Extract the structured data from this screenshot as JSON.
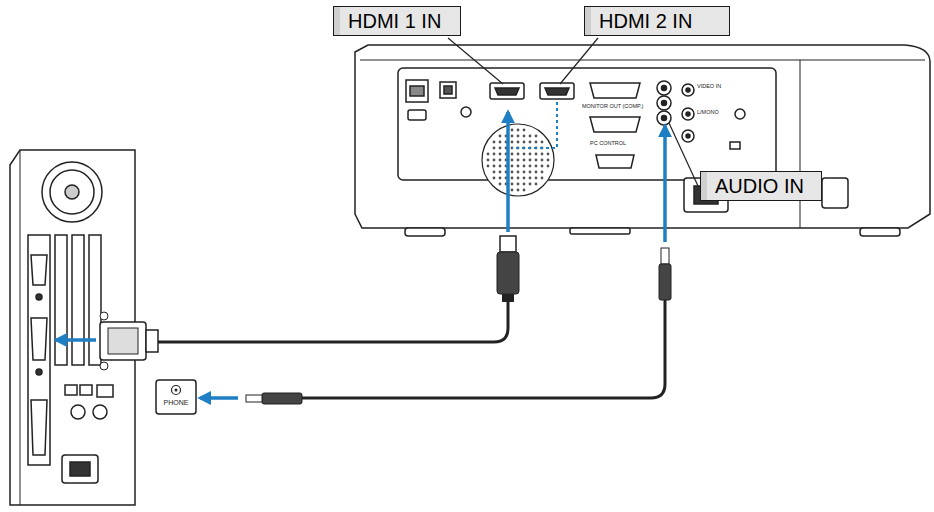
{
  "diagram": {
    "nodes": [
      {
        "text": [
          "HDMI 1 IN"
        ]
      },
      {
        "text": [
          "HDMI 2 IN"
        ]
      },
      {
        "text": [
          "AUDIO IN"
        ]
      }
    ],
    "labels": [
      "MONITOR OUT (COMP.)",
      "PC CONTROL",
      "VIDEO IN",
      "L/MONO",
      "PHONE"
    ]
  }
}
